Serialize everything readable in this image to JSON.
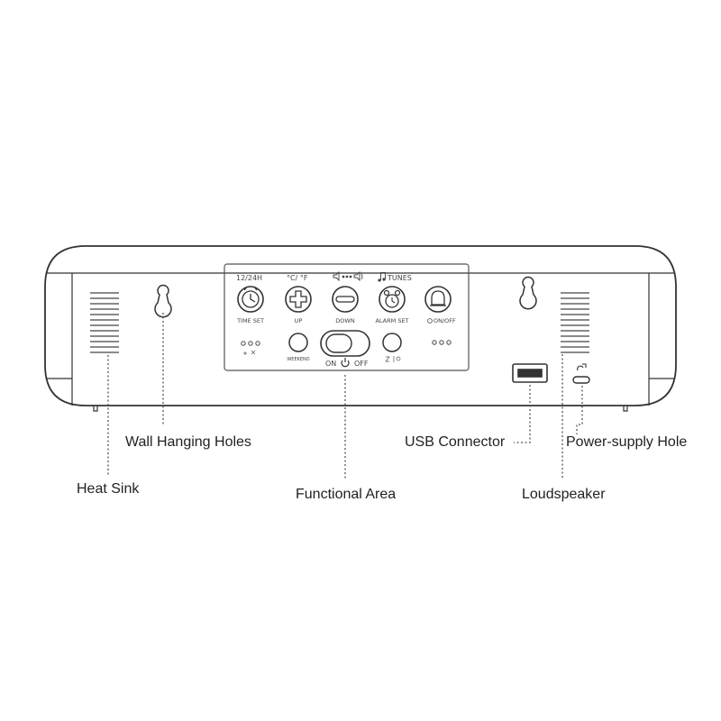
{
  "panel": {
    "buttons": [
      {
        "top": "12/24H",
        "bottom": "TIME SET"
      },
      {
        "top": "°C/ °F",
        "bottom": "UP"
      },
      {
        "top": "",
        "bottom": "DOWN"
      },
      {
        "top": "TUNES",
        "bottom": "ALARM SET"
      },
      {
        "top": "",
        "bottom": "ON/OFF"
      }
    ],
    "weekend_label": "WEEKEND",
    "switch_on": "ON",
    "switch_off": "OFF"
  },
  "callouts": {
    "heat_sink": "Heat Sink",
    "wall_hanging_holes": "Wall Hanging Holes",
    "functional_area": "Functional Area",
    "usb_connector": "USB Connector",
    "power_supply_hole": "Power-supply Hole",
    "loudspeaker": "Loudspeaker"
  }
}
